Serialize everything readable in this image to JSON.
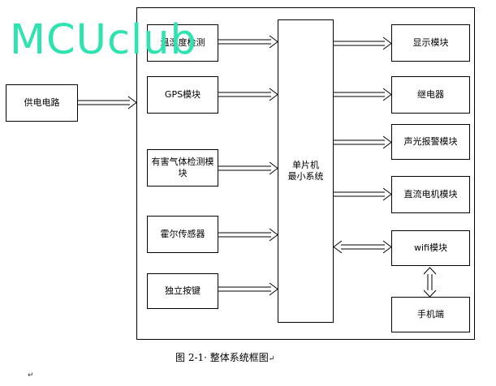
{
  "watermark": "MCUclub",
  "power": "供电电路",
  "inputs": {
    "temp": "温湿度检测",
    "gps": "GPS模块",
    "gas": "有害气体检测模块",
    "hall": "霍尔传感器",
    "key": "独立按键"
  },
  "mcu": {
    "line1": "单片机",
    "line2": "最小系统"
  },
  "outputs": {
    "display": "显示模块",
    "relay": "继电器",
    "alarm": "声光报警模块",
    "motor": "直流电机模块",
    "wifi": "wifi模块",
    "phone": "手机端"
  },
  "caption": "图 2-1· 整体系统框图",
  "para_mark": "↵",
  "icons": {
    "paragraph_mark": "return-arrow-icon"
  }
}
